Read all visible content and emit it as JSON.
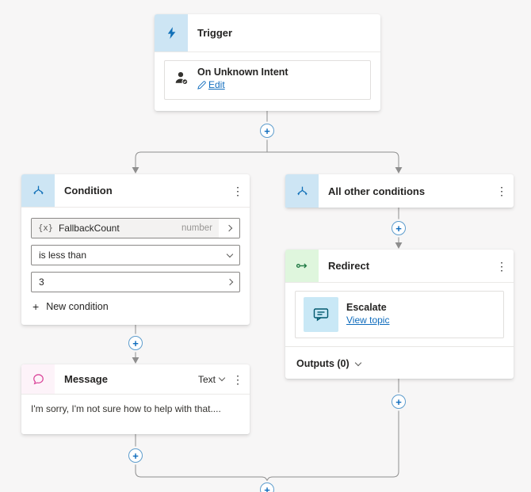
{
  "icons": {
    "kebab": "⋮",
    "plus": "+"
  },
  "colors": {
    "accent_blue": "#0f6cbd",
    "icon_blue_bg": "#cde5f4",
    "icon_green_bg": "#dff6dd",
    "escalate_icon_bg": "#c9e8f6",
    "connector": "#8e8e8e"
  },
  "trigger_node": {
    "title": "Trigger",
    "item": {
      "title": "On Unknown Intent",
      "edit_label": "Edit"
    }
  },
  "condition_node": {
    "title": "Condition",
    "variable_prefix": "{x}",
    "variable_name": "FallbackCount",
    "variable_type": "number",
    "operator": "is less than",
    "value": "3",
    "new_condition_label": "New condition"
  },
  "all_other_conditions_node": {
    "title": "All other conditions"
  },
  "redirect_node": {
    "title": "Redirect",
    "item": {
      "title": "Escalate",
      "link_label": "View topic"
    },
    "outputs_label": "Outputs (0)"
  },
  "message_node": {
    "title": "Message",
    "mode_label": "Text",
    "body_text": "I'm sorry, I'm not sure how to help with that...."
  }
}
